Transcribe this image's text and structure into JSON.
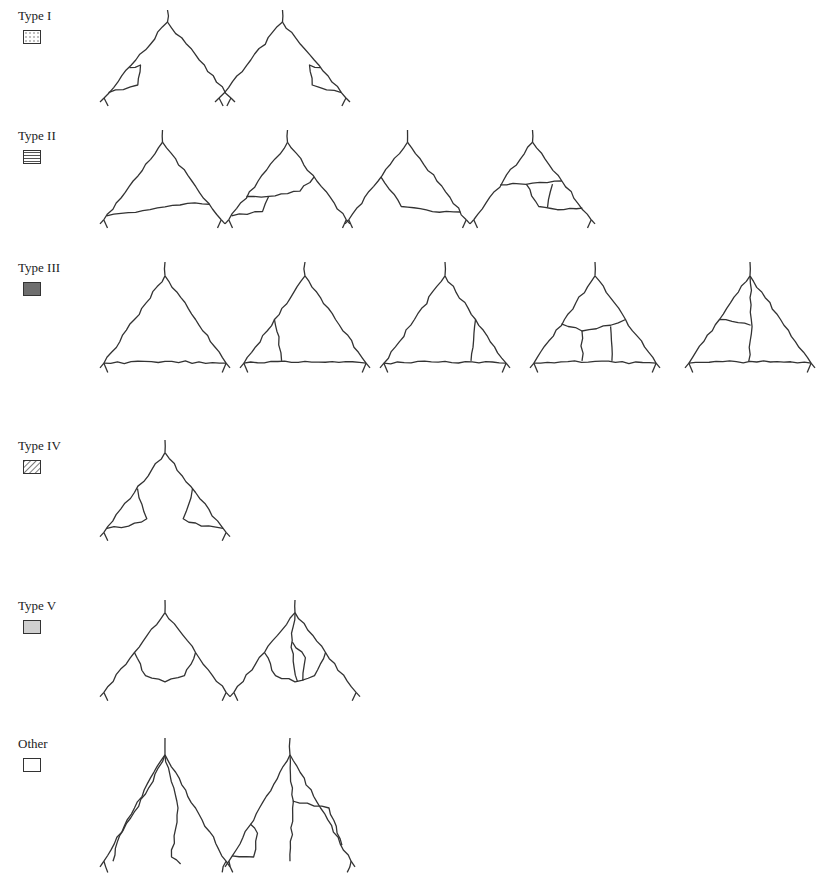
{
  "diagram": {
    "legend": [
      {
        "text": "Type I"
      },
      {
        "text": "Type II"
      },
      {
        "text": "Type III",
        "color": "#6e6e6e"
      },
      {
        "text": "Type IV"
      },
      {
        "text": "Type V",
        "color": "#cfcfcf"
      },
      {
        "text": "Other",
        "color": "#ffffff"
      }
    ]
  }
}
